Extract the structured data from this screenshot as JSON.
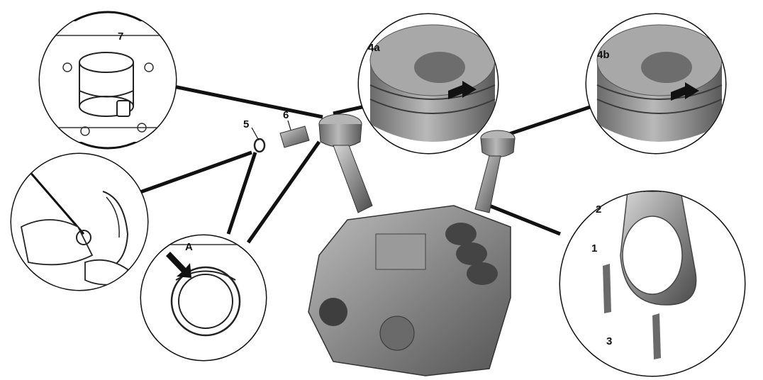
{
  "labels": {
    "l7": "7",
    "l6": "6",
    "l5": "5",
    "l4a": "4a",
    "l4b": "4b",
    "lA": "A",
    "l2": "2",
    "l1": "1",
    "l3": "3"
  },
  "colors": {
    "line": "#111111",
    "metal_dark": "#5a5a5a",
    "metal_mid": "#8c8c8c",
    "metal_light": "#cfcfcf",
    "background": "#ffffff"
  }
}
